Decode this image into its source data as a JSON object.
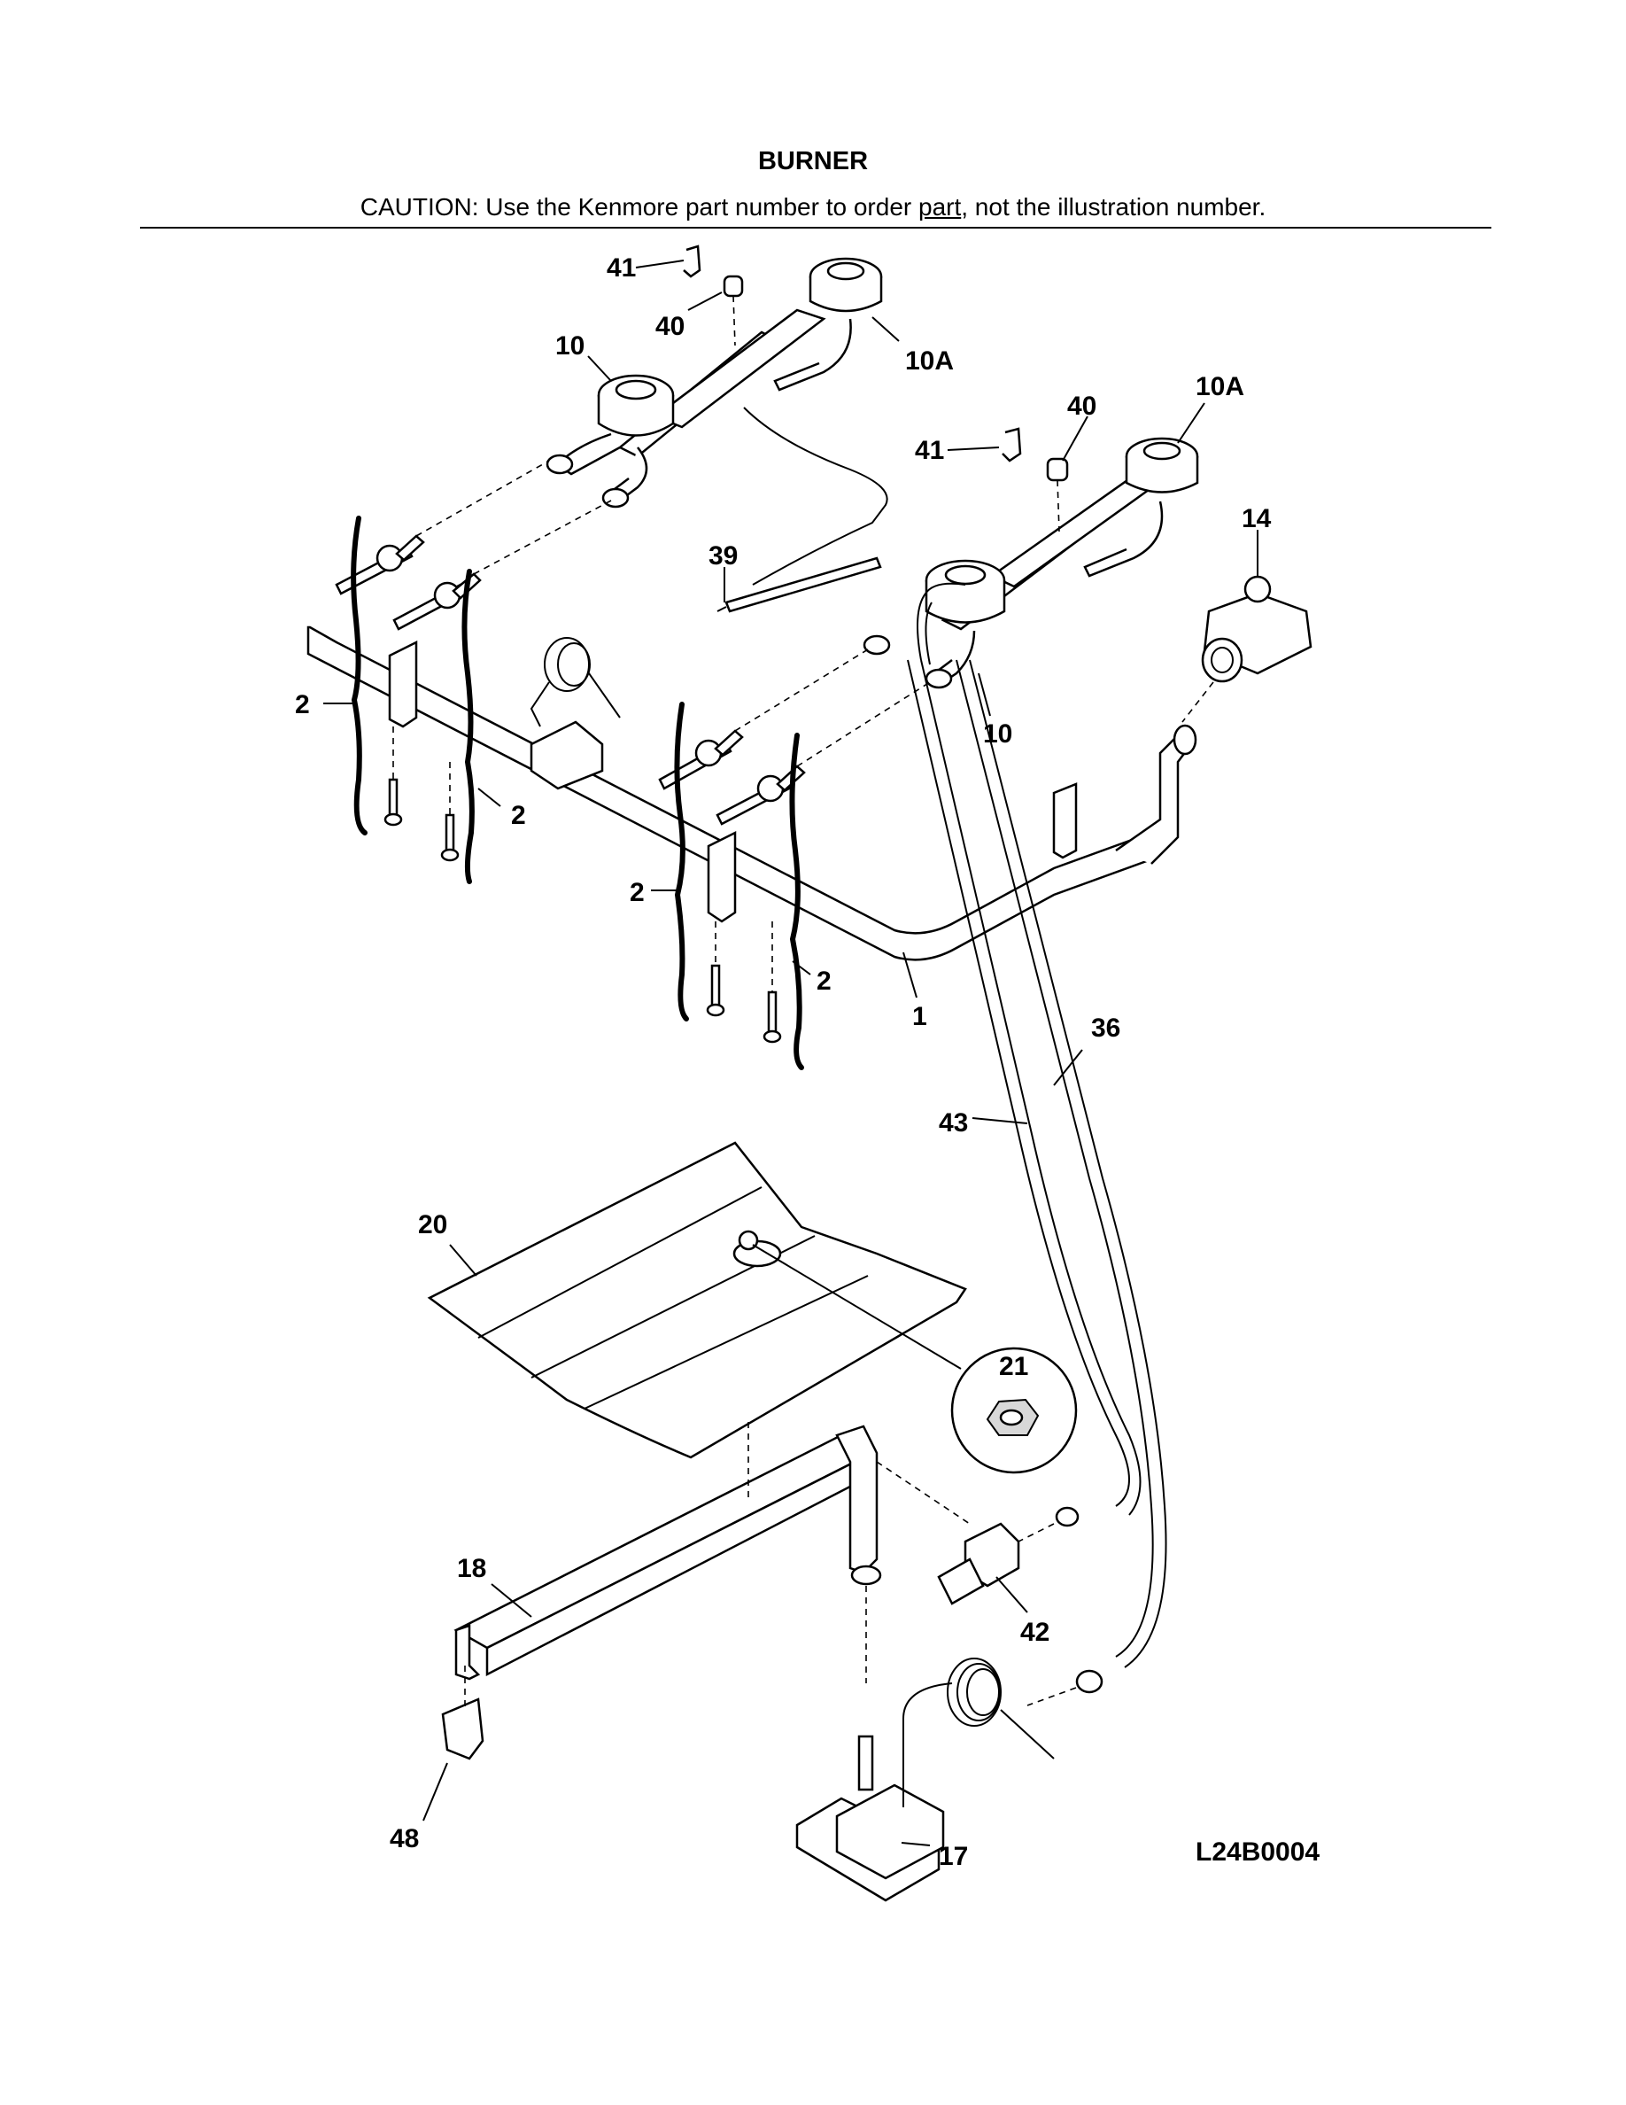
{
  "header": {
    "title": "BURNER",
    "caution_before": "CAUTION: Use the Kenmore part number to order ",
    "caution_link": "part",
    "caution_after": ", not the illustration number."
  },
  "diagram": {
    "code": "L24B0004",
    "callouts": [
      "41",
      "40",
      "10",
      "10A",
      "40",
      "10A",
      "41",
      "14",
      "39",
      "2",
      "2",
      "2",
      "2",
      "10",
      "1",
      "36",
      "43",
      "20",
      "21",
      "18",
      "42",
      "48",
      "17"
    ]
  }
}
